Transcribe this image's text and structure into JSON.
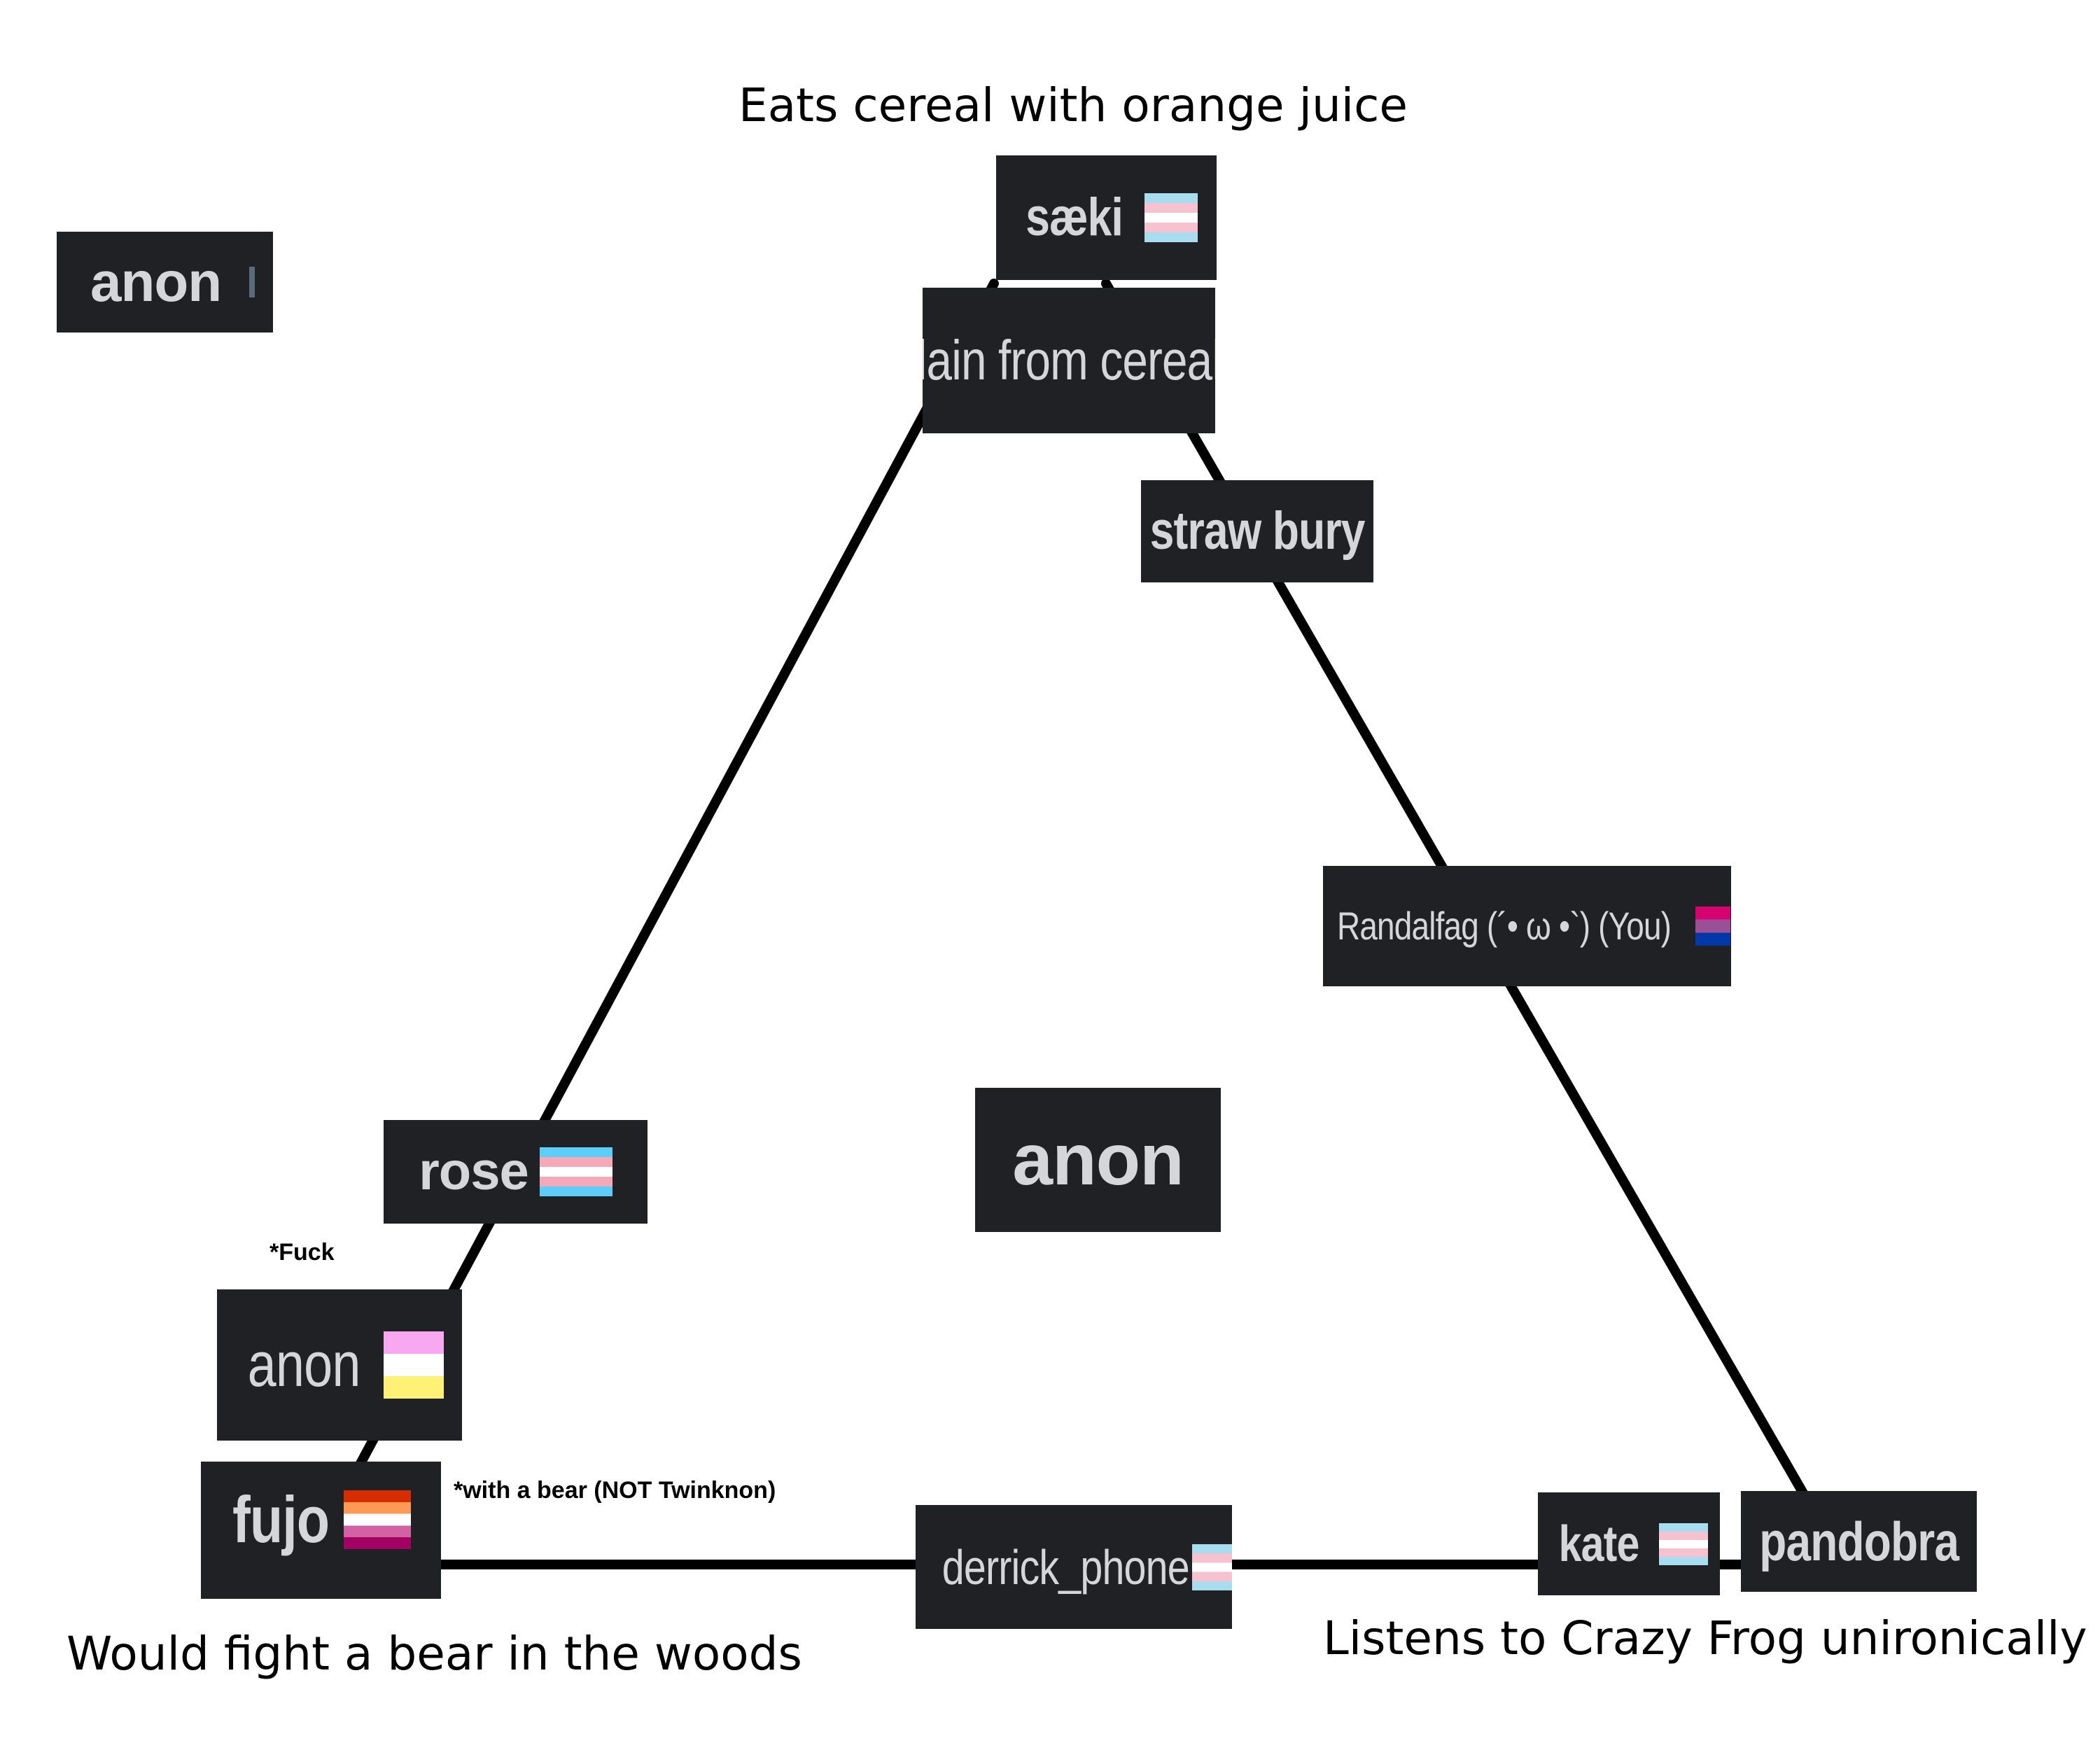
{
  "captions": {
    "top": "Eats cereal with orange juice",
    "bottom_left": "Would fight a bear in the woods",
    "bottom_right": "Listens to Crazy Frog unironically"
  },
  "notes": {
    "fuck": "*Fuck",
    "bear": "*with a bear (NOT Twinknon)"
  },
  "users": {
    "anon_top_left": "anon",
    "saeki": "sæki",
    "lain": "lain from cereal",
    "straw": "straw bury",
    "randalfag": "Randalfag (´• ω •`) (You)",
    "anon_center": "anon",
    "rose": "rose",
    "anon_flag": "anon",
    "fujo": "fujo",
    "derrick": "derrick_phone",
    "kate": "kate",
    "pandobra": "pandobra"
  },
  "flags": {
    "trans": [
      "#5bcefa",
      "#f5a9b8",
      "#ffffff",
      "#f5a9b8",
      "#5bcefa"
    ],
    "trans_faded": [
      "#a8dcef",
      "#f6c2d0",
      "#ffffff",
      "#f6c2d0",
      "#a8dcef"
    ],
    "bi": [
      "#d60270",
      "#9b4f96",
      "#0038a8"
    ],
    "lesbian": [
      "#d52d00",
      "#ff9a56",
      "#ffffff",
      "#d362a4",
      "#a30262"
    ],
    "anon_flag": [
      "#f7a8f0",
      "#ffffff",
      "#fff176"
    ]
  },
  "colors": {
    "tag_background": "#202124",
    "tag_text": "#d4d6da",
    "edge": "#000000"
  }
}
